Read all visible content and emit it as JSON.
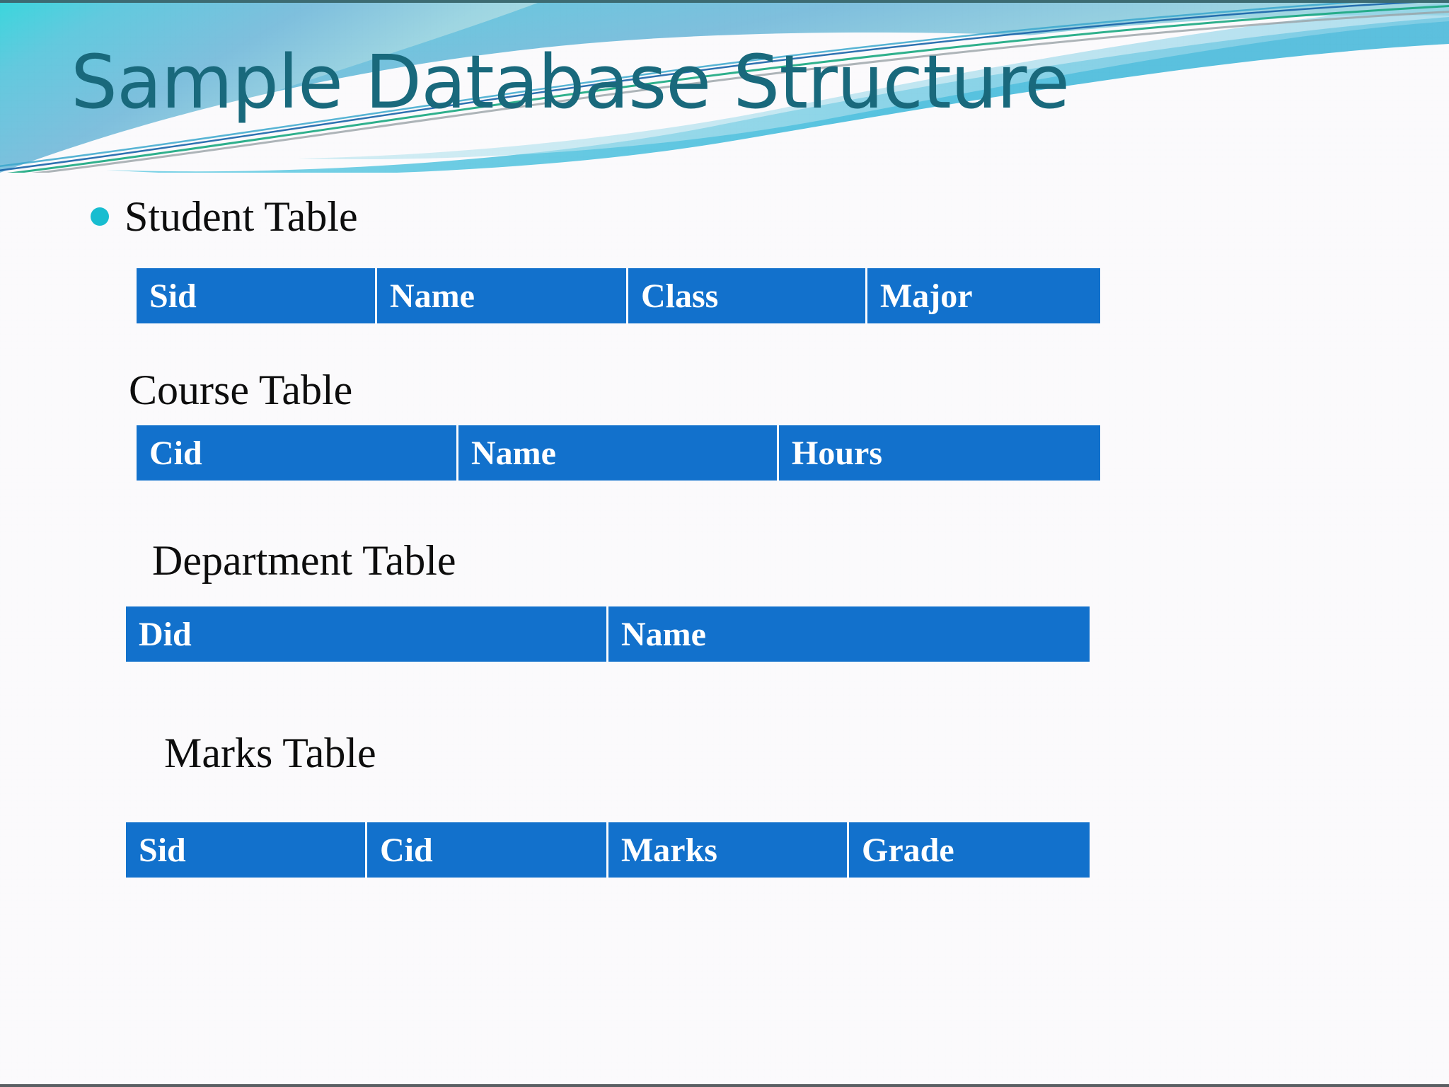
{
  "slide": {
    "title": "Sample Database Structure",
    "accent_color": "#1271cc",
    "title_color": "#19697c",
    "bullet_color": "#18bdd0",
    "background_color": "#fbfafc"
  },
  "sections": [
    {
      "label": "Student Table",
      "bulleted": true,
      "columns": [
        "Sid",
        "Name",
        "Class",
        "Major"
      ]
    },
    {
      "label": "Course Table",
      "bulleted": false,
      "columns": [
        "Cid",
        "Name",
        "Hours"
      ]
    },
    {
      "label": "Department Table",
      "bulleted": false,
      "columns": [
        "Did",
        "Name"
      ]
    },
    {
      "label": "Marks Table",
      "bulleted": false,
      "columns": [
        "Sid",
        "Cid",
        "Marks",
        "Grade"
      ]
    }
  ]
}
